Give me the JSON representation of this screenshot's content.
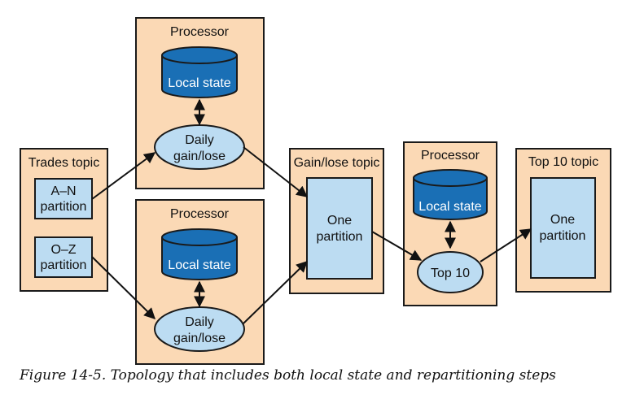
{
  "trades_topic": {
    "title": "Trades topic",
    "partition_an": [
      "A–N",
      "partition"
    ],
    "partition_oz": [
      "O–Z",
      "partition"
    ]
  },
  "processor_top": {
    "title": "Processor",
    "state": "Local state",
    "node": [
      "Daily",
      "gain/lose"
    ]
  },
  "processor_bottom": {
    "title": "Processor",
    "state": "Local state",
    "node": [
      "Daily",
      "gain/lose"
    ]
  },
  "gainlose_topic": {
    "title": "Gain/lose topic",
    "partition": [
      "One",
      "partition"
    ]
  },
  "processor_top10": {
    "title": "Processor",
    "state": "Local state",
    "node": "Top 10"
  },
  "top10_topic": {
    "title": "Top 10 topic",
    "partition": [
      "One",
      "partition"
    ]
  },
  "caption": "Figure 14-5. Topology that includes both local state and repartitioning steps",
  "colors": {
    "panel_fill": "#fbd9b5",
    "partition_fill": "#bcdcf2",
    "node_fill": "#bcdcf2",
    "state_fill": "#1a6fb5",
    "stroke": "#1a1a1a"
  }
}
